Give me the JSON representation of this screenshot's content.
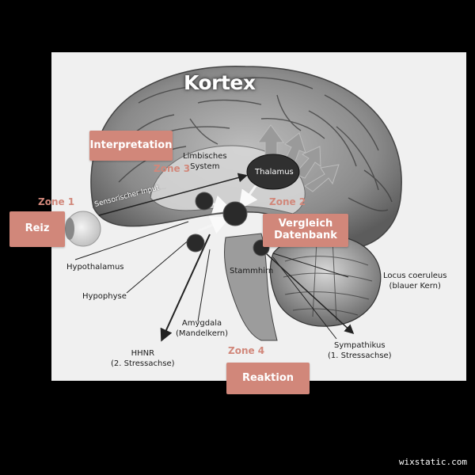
{
  "title": "Kortex",
  "boxes": {
    "interpretation": "Interpretation",
    "reiz": "Reiz",
    "vergleich_line1": "Vergleich",
    "vergleich_line2": "Datenbank",
    "reaktion": "Reaktion"
  },
  "zones": {
    "z1": "Zone 1",
    "z2": "Zone 2",
    "z3": "Zone 3",
    "z4": "Zone 4"
  },
  "anatomy": {
    "limbisches_line1": "Limbisches",
    "limbisches_line2": "System",
    "thalamus": "Thalamus",
    "sensorischer_input": "Sensorischer Input",
    "hypothalamus": "Hypothalamus",
    "hypophyse": "Hypophyse",
    "stammhirn": "Stammhirn",
    "amygdala_line1": "Amygdala",
    "amygdala_line2": "(Mandelkern)",
    "hhnr_line1": "HHNR",
    "hhnr_line2": "(2. Stressachse)",
    "locus_line1": "Locus coeruleus",
    "locus_line2": "(blauer Kern)",
    "sympathikus_line1": "Sympathikus",
    "sympathikus_line2": "(1. Stressachse)"
  },
  "watermark": "wixstatic.com",
  "colors": {
    "accent": "#d1877a",
    "node": "#2a2a2a",
    "background": "#000000",
    "panel": "#f0f0f0"
  }
}
